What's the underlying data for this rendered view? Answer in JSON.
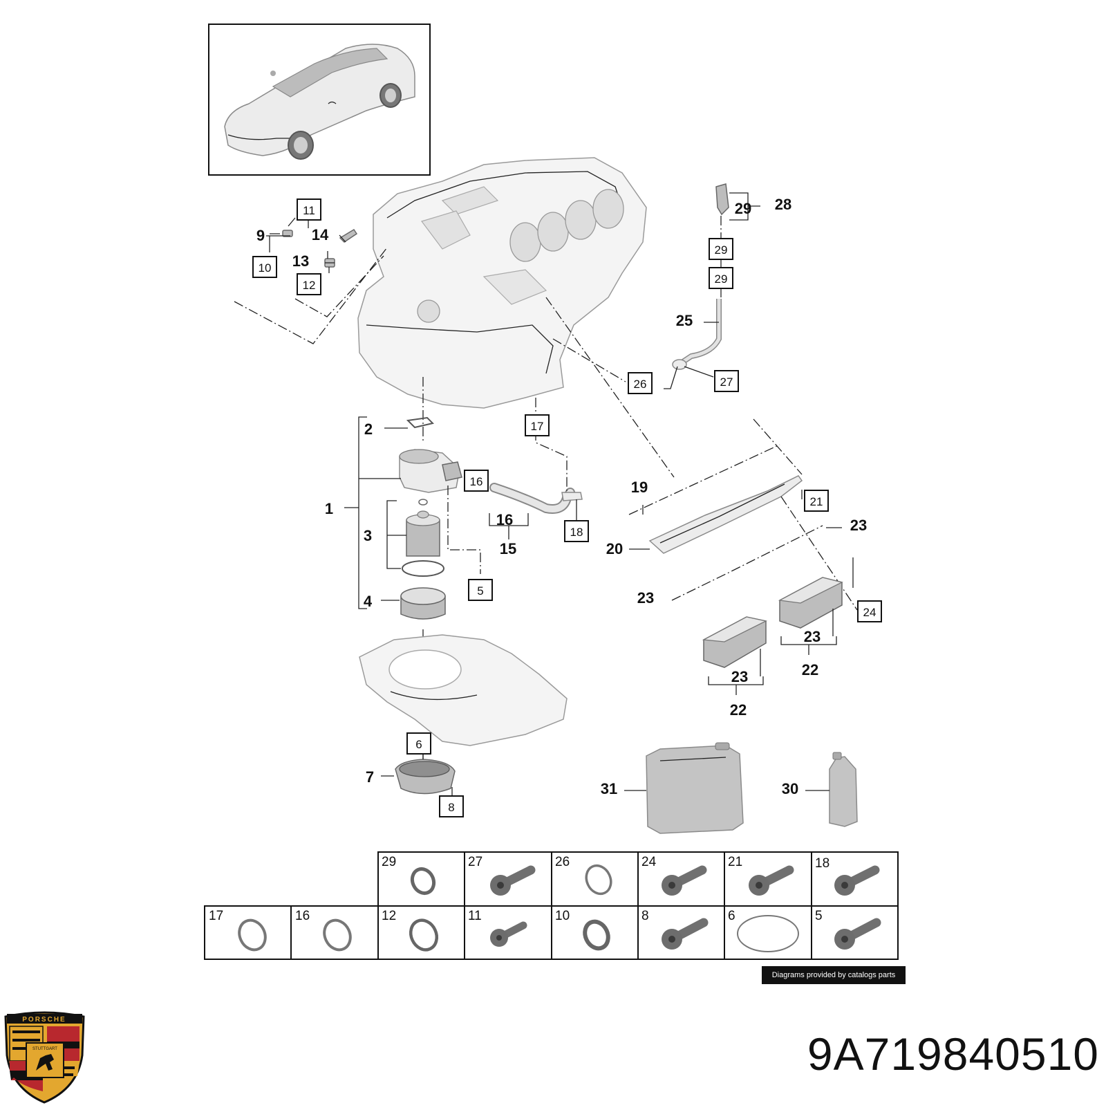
{
  "callouts": [
    {
      "label": "1"
    },
    {
      "label": "2"
    },
    {
      "label": "3"
    },
    {
      "label": "4"
    },
    {
      "label": "7"
    },
    {
      "label": "9"
    },
    {
      "label": "13"
    },
    {
      "label": "14"
    },
    {
      "label": "15"
    },
    {
      "label": "16"
    },
    {
      "label": "19"
    },
    {
      "label": "20"
    },
    {
      "label": "22"
    },
    {
      "label": "22"
    },
    {
      "label": "23"
    },
    {
      "label": "23"
    },
    {
      "label": "23"
    },
    {
      "label": "23"
    },
    {
      "label": "25"
    },
    {
      "label": "28"
    },
    {
      "label": "29"
    },
    {
      "label": "30"
    },
    {
      "label": "31"
    }
  ],
  "boxed_callouts": [
    {
      "label": "5"
    },
    {
      "label": "6"
    },
    {
      "label": "8"
    },
    {
      "label": "10"
    },
    {
      "label": "11"
    },
    {
      "label": "12"
    },
    {
      "label": "16"
    },
    {
      "label": "17"
    },
    {
      "label": "18"
    },
    {
      "label": "21"
    },
    {
      "label": "24"
    },
    {
      "label": "26"
    },
    {
      "label": "27"
    },
    {
      "label": "29"
    },
    {
      "label": "29"
    }
  ],
  "parts_table": {
    "row1": [
      {
        "number": "29",
        "icon": "o-ring-icon"
      },
      {
        "number": "27",
        "icon": "bolt-icon"
      },
      {
        "number": "26",
        "icon": "o-ring-icon"
      },
      {
        "number": "24",
        "icon": "bolt-icon"
      },
      {
        "number": "21",
        "icon": "bolt-icon"
      },
      {
        "number": "18",
        "icon": "bolt-icon"
      }
    ],
    "row2": [
      {
        "number": "17",
        "icon": "o-ring-icon"
      },
      {
        "number": "16",
        "icon": "o-ring-icon"
      },
      {
        "number": "12",
        "icon": "o-ring-icon"
      },
      {
        "number": "11",
        "icon": "bolt-icon"
      },
      {
        "number": "10",
        "icon": "o-ring-icon"
      },
      {
        "number": "8",
        "icon": "bolt-icon"
      },
      {
        "number": "6",
        "icon": "large-seal-ring-icon"
      },
      {
        "number": "5",
        "icon": "bolt-icon"
      }
    ]
  },
  "credit": "Diagrams provided by catalogs parts",
  "part_number": "9A719840510",
  "logo": {
    "brand": "PORSCHE",
    "city": "STUTTGART"
  },
  "colors": {
    "ink": "#111111",
    "part_fill": "#ececec",
    "crest_gold": "#e3a72f",
    "crest_red": "#b8282e"
  }
}
